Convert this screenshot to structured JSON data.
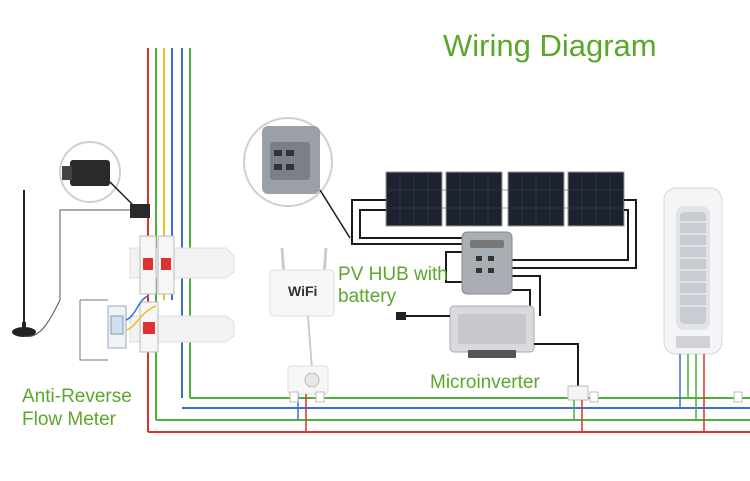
{
  "title": "Wiring Diagram",
  "labels": {
    "pv_hub_line1": "PV HUB with",
    "pv_hub_line2": "battery",
    "microinverter": "Microinverter",
    "meter_line1": "Anti-Reverse",
    "meter_line2": "Flow Meter",
    "wifi": "WiFi"
  },
  "colors": {
    "accent_text": "#5aa82a",
    "wire_red": "#e03030",
    "wire_green": "#4caf3a",
    "wire_blue": "#3a6fd0",
    "wire_yellow": "#e8c020",
    "dc_wire": "#1a1a1a"
  }
}
